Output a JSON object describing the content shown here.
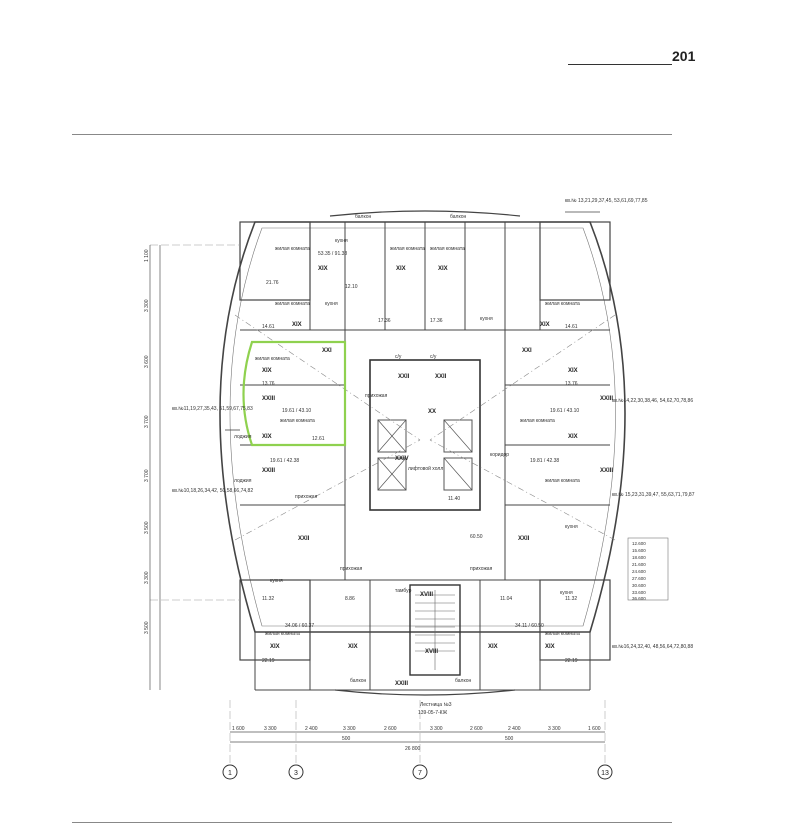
{
  "page": {
    "number": "201"
  },
  "plan": {
    "labels": {
      "living_room": "жилая комната",
      "kitchen": "кухня",
      "hallway": "прихожая",
      "balcony": "балкон",
      "loggia": "лоджия",
      "corridor": "коридор",
      "elevator_hall": "лифтовой холл",
      "vestibule": "тамбур",
      "bath": "с/у",
      "stair": "Лестница №3"
    },
    "stair_code": "139-05-7-КЖ",
    "apartment_groups": [
      "кв.№ 13,21,29,37,45, 53,61,69,77,85",
      "кв.№11,19,27,35,43, 51,59,67,75,83",
      "кв.№10,18,26,34,42, 50,58,66,74,82",
      "кв.№14,22,30,38,46, 54,62,70,78,86",
      "кв.№ 15,23,31,39,47, 55,63,71,79,87",
      "кв.№16,24,32,40, 48,56,64,72,80,88"
    ],
    "room_numerals": [
      "XIX",
      "XXI",
      "XXII",
      "XXIII",
      "XVIII",
      "XX",
      "XXIV"
    ],
    "areas": [
      "53.35 / 91.38",
      "19.61 / 43.10",
      "19.61 / 42.38",
      "34.06 / 60.37",
      "34.11 / 60.50",
      "19.61 / 43.10",
      "19.81 / 42.38",
      "21.76",
      "14.61",
      "13.76",
      "12.61",
      "11.32",
      "22.19",
      "17.36",
      "17.36",
      "12.10",
      "11.40",
      "60.50",
      "14.61",
      "13.76",
      "11.32",
      "22.19",
      "11.04",
      "8.86"
    ],
    "dimensions_bottom": [
      "1 600",
      "3 300",
      "2 400",
      "3 300",
      "2 600",
      "3 300",
      "2 600",
      "2 400",
      "3 300",
      "1 600"
    ],
    "total_width": "26 800",
    "sub_dims": [
      "500",
      "500"
    ],
    "dimensions_left": [
      "1 100",
      "3 300",
      "3 600",
      "3 700",
      "3 700",
      "3 500",
      "3 300",
      "3 500"
    ],
    "legend_right": [
      "12.600",
      "15.600",
      "18.600",
      "21.600",
      "24.600",
      "27.600",
      "30.600",
      "33.600",
      "36.600"
    ],
    "axis_markers": [
      "1",
      "3",
      "7",
      "13"
    ]
  }
}
